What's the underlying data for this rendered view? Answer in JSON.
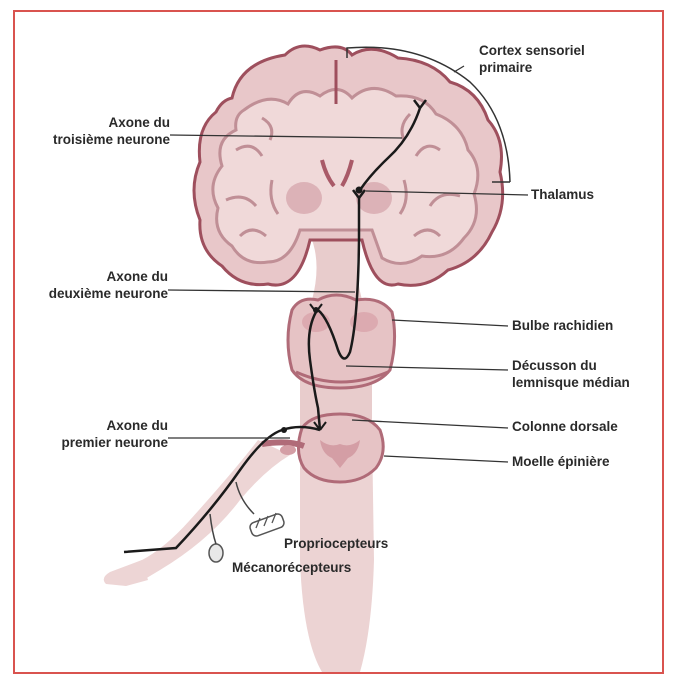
{
  "labels": {
    "cortex": [
      "Cortex sensoriel",
      "primaire"
    ],
    "axon3": [
      "Axone du",
      "troisième neurone"
    ],
    "thalamus": "Thalamus",
    "axon2": [
      "Axone du",
      "deuxième neurone"
    ],
    "bulbe": "Bulbe rachidien",
    "decussation": [
      "Décusson du",
      "lemnisque médian"
    ],
    "axon1": [
      "Axone du",
      "premier neurone"
    ],
    "colonne": "Colonne dorsale",
    "moelle": "Moelle épinière",
    "proprio": "Propriocepteurs",
    "meca": "Mécanorécepteurs"
  },
  "colors": {
    "frame": "#d9534f",
    "tissue": "#e9cbcb",
    "tissue_light": "#f0d9d9",
    "outline": "#9e4f5d",
    "gyri": "#d7a9ad",
    "dark": "#b9818b",
    "pathway": "#1a1a1a"
  }
}
